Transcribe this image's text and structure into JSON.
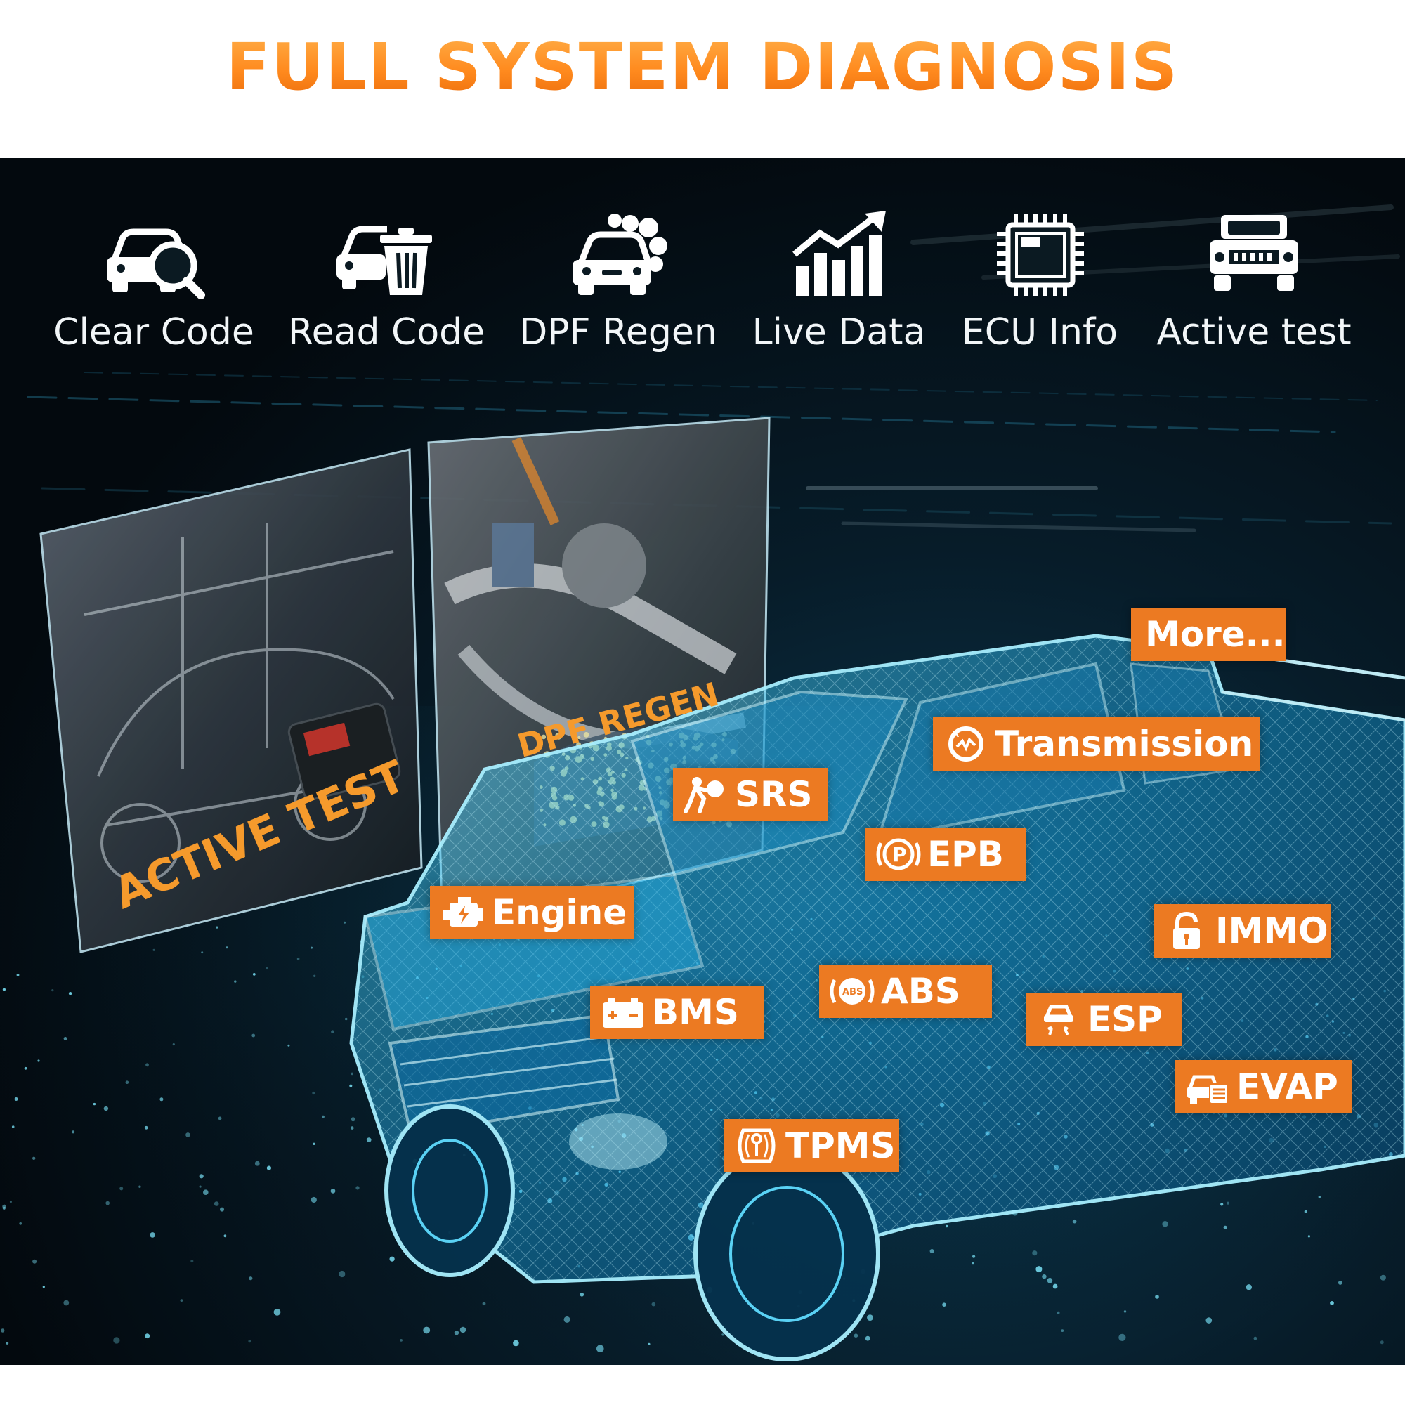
{
  "header": {
    "title": "FULL SYSTEM DIAGNOSIS"
  },
  "features": [
    {
      "label": "Clear Code",
      "icon": "car-search-icon"
    },
    {
      "label": "Read Code",
      "icon": "car-trash-icon"
    },
    {
      "label": "DPF Regen",
      "icon": "car-exhaust-icon"
    },
    {
      "label": "Live Data",
      "icon": "rising-chart-icon"
    },
    {
      "label": "ECU Info",
      "icon": "ecu-chip-icon"
    },
    {
      "label": "Active test",
      "icon": "truck-front-icon"
    }
  ],
  "panels": {
    "active_test": "ACTIVE TEST",
    "dpf_regen": "DPF REGEN"
  },
  "systems": {
    "more": "More...",
    "transmission": "Transmission",
    "srs": "SRS",
    "epb": "EPB",
    "engine": "Engine",
    "immo": "IMMO",
    "abs": "ABS",
    "bms": "BMS",
    "esp": "ESP",
    "evap": "EVAP",
    "tpms": "TPMS"
  },
  "colors": {
    "accent_orange": "#ec7a22",
    "title_orange": "#ff8a1e",
    "wireframe_cyan": "#3fd0ff",
    "scene_dark": "#03090e"
  }
}
